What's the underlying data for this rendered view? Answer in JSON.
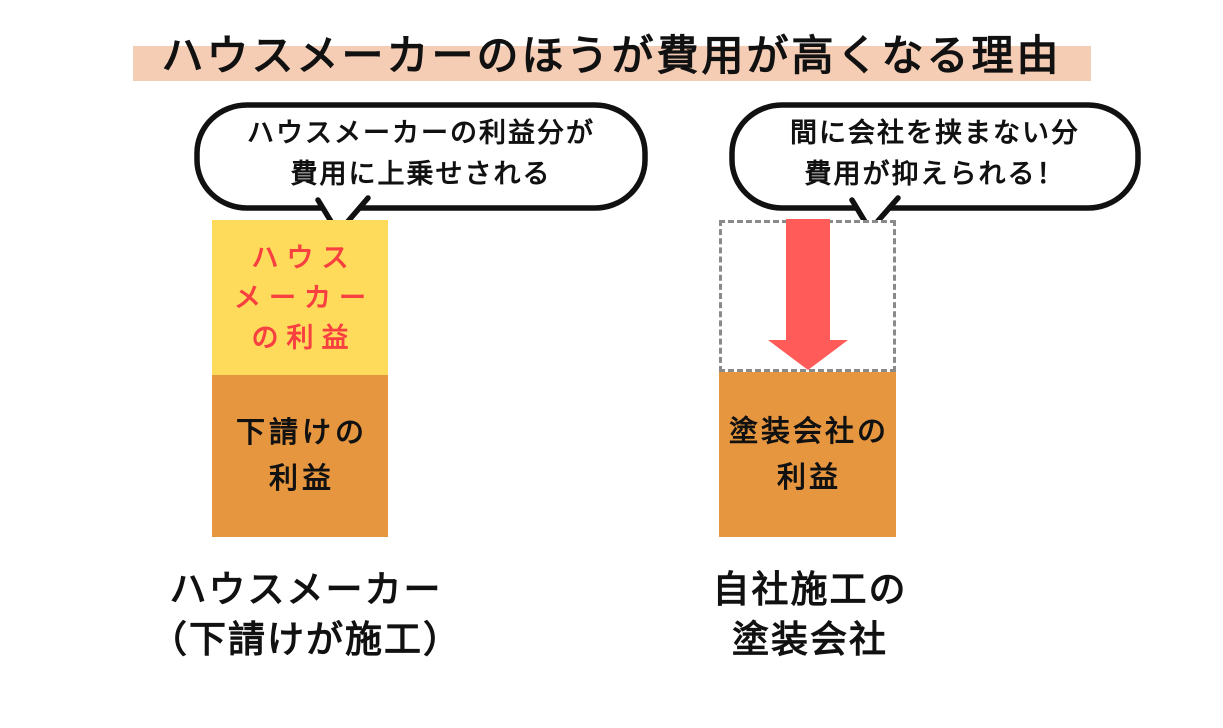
{
  "title": {
    "text": "ハウスメーカーのほうが費用が高くなる理由",
    "highlight_color": "#f5cdb5"
  },
  "left_side": {
    "bubble": {
      "line1": "ハウスメーカーの利益分が",
      "line2": "費用に上乗せされる"
    },
    "bar": {
      "maker_profit_segment": {
        "line1": "ハウス",
        "line2": "メーカー",
        "line3": "の利益",
        "fill_color": "#ffdb5c",
        "text_color": "#f84040"
      },
      "subcontractor_profit_segment": {
        "line1": "下請けの",
        "line2": "利益",
        "fill_color": "#e79640",
        "text_color": "#111111"
      }
    },
    "caption": {
      "line1": "ハウスメーカー",
      "line2": "（下請けが施工）"
    }
  },
  "right_side": {
    "bubble": {
      "line1": "間に会社を挟まない分",
      "line2": "費用が抑えられる！"
    },
    "bar": {
      "saved_cost_segment": {
        "style": "empty-dashed-box",
        "border_color": "#8a8a8a",
        "arrow_icon": "down-arrow",
        "arrow_color": "#ff5b58"
      },
      "painter_profit_segment": {
        "line1": "塗装会社の",
        "line2": "利益",
        "fill_color": "#e79640",
        "text_color": "#111111"
      }
    },
    "caption": {
      "line1": "自社施工の",
      "line2": "塗装会社"
    }
  }
}
